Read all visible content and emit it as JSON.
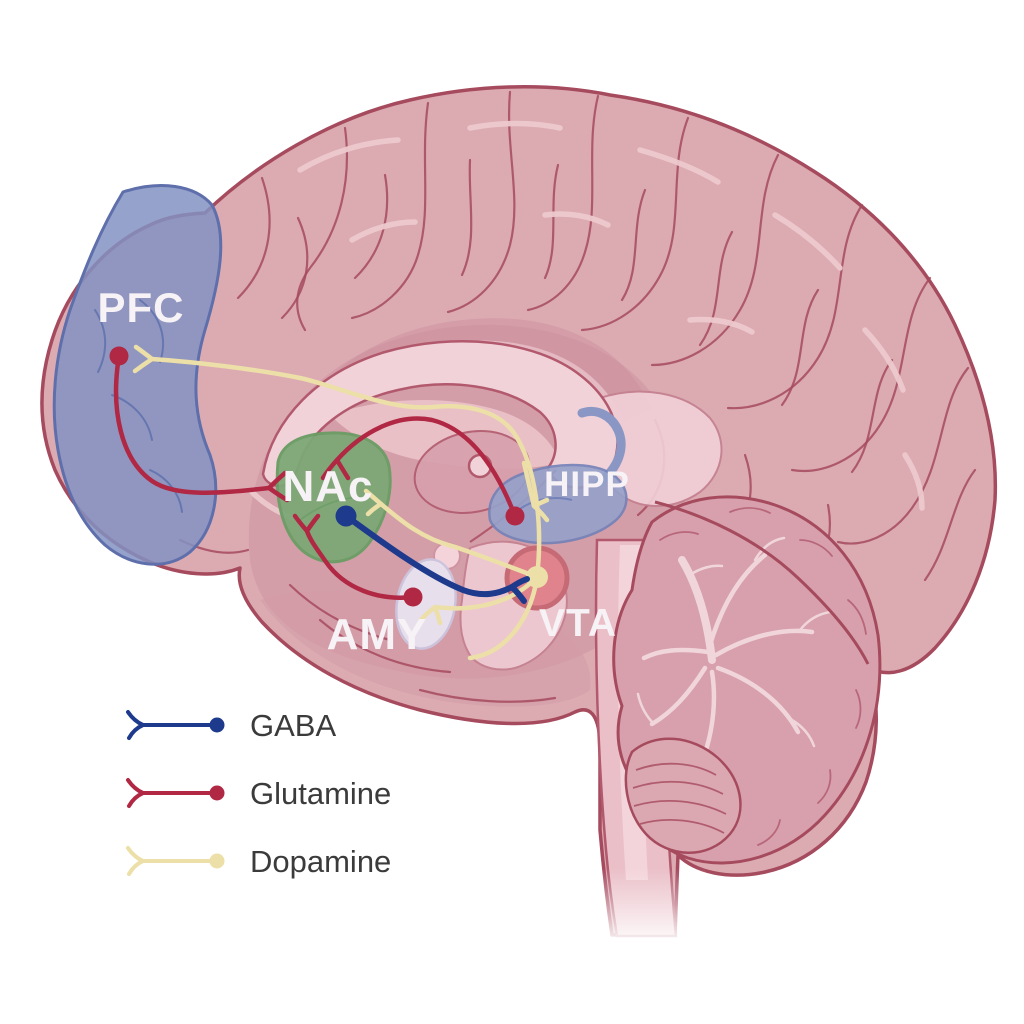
{
  "diagram_type": "brain-sagittal-neurotransmitter-pathways",
  "regions": {
    "pfc": {
      "label": "PFC",
      "color": "#8292c2"
    },
    "nac": {
      "label": "NAc",
      "color": "#7da877"
    },
    "hipp": {
      "label": "HIPP",
      "color": "#95a1ca"
    },
    "amy": {
      "label": "AMY",
      "color": "#eae3f1"
    },
    "vta": {
      "label": "VTA",
      "color": "#e0838c"
    }
  },
  "legend": {
    "items": [
      {
        "id": "gaba",
        "label": "GABA",
        "color": "#1e3a8c"
      },
      {
        "id": "glutamine",
        "label": "Glutamine",
        "color": "#b02843"
      },
      {
        "id": "dopamine",
        "label": "Dopamine",
        "color": "#ecdfa8"
      }
    ]
  },
  "pathways": {
    "gaba": {
      "connections": [
        [
          "NAc",
          "VTA"
        ]
      ]
    },
    "glutamine": {
      "connections": [
        [
          "PFC",
          "NAc"
        ],
        [
          "HIPP",
          "NAc"
        ],
        [
          "AMY",
          "NAc"
        ]
      ]
    },
    "dopamine": {
      "connections": [
        [
          "VTA",
          "PFC"
        ],
        [
          "VTA",
          "NAc"
        ],
        [
          "VTA",
          "AMY"
        ],
        [
          "VTA",
          "HIPP"
        ]
      ]
    }
  },
  "colors": {
    "background": "#ffffff",
    "cortex": "#dcabb2",
    "cortex_outline": "#a64a5e",
    "medial_shade": "#d29aa6",
    "corpus_callosum": "#f2d2d9",
    "cerebellum": "#d7a0ac",
    "brainstem": "#eabfc8",
    "label_text": "#f6f2f5",
    "legend_text": "#3b3b3b"
  }
}
